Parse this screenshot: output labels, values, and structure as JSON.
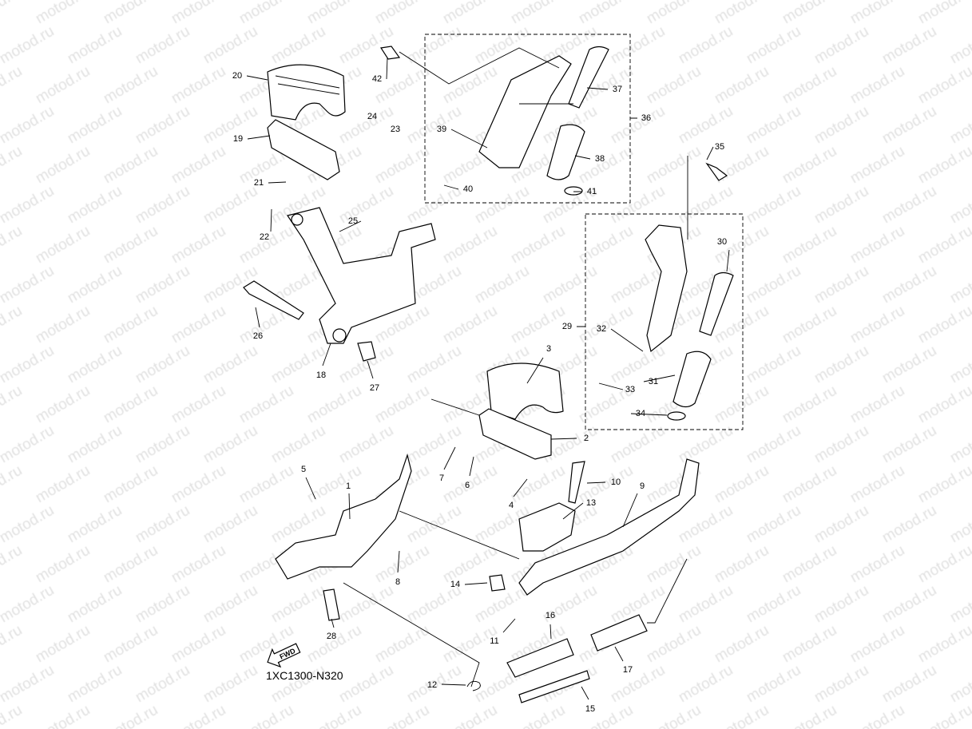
{
  "watermark": "motod.ru",
  "diagram_code": "1XC1300-N320",
  "fwd_label": "FWD",
  "callouts": [
    "1",
    "2",
    "3",
    "4",
    "5",
    "6",
    "7",
    "8",
    "9",
    "10",
    "11",
    "12",
    "13",
    "14",
    "15",
    "16",
    "17",
    "18",
    "19",
    "20",
    "21",
    "22",
    "23",
    "24",
    "25",
    "26",
    "27",
    "28",
    "29",
    "30",
    "31",
    "32",
    "33",
    "34",
    "35",
    "36",
    "37",
    "38",
    "39",
    "40",
    "41",
    "42"
  ]
}
